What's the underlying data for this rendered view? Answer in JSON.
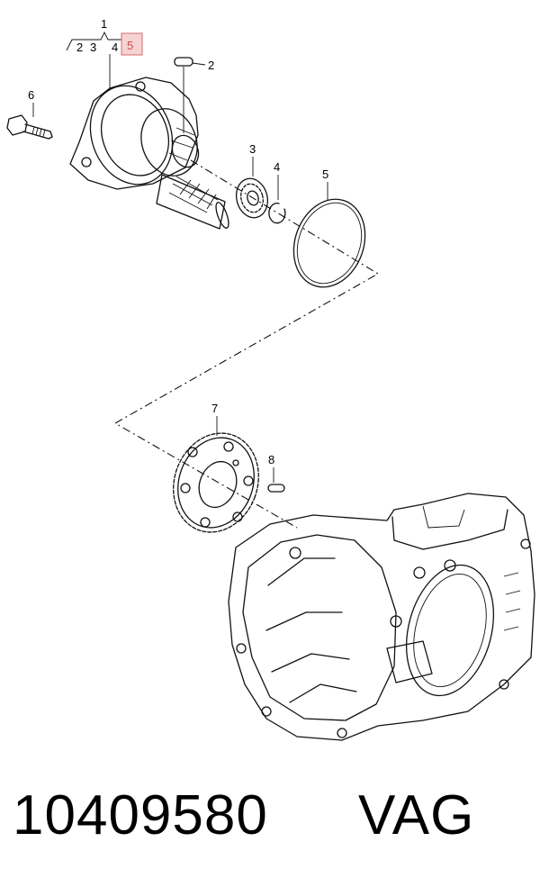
{
  "callouts": {
    "c1": "1",
    "group_2": "2",
    "group_3": "3",
    "group_4": "4",
    "group_5": "5",
    "c2": "2",
    "c3": "3",
    "c4": "4",
    "c5": "5",
    "c6": "6",
    "c7": "7",
    "c8": "8"
  },
  "highlight_color": "#d44a4a",
  "footer": {
    "part_number": "10409580",
    "brand": "VAG"
  }
}
